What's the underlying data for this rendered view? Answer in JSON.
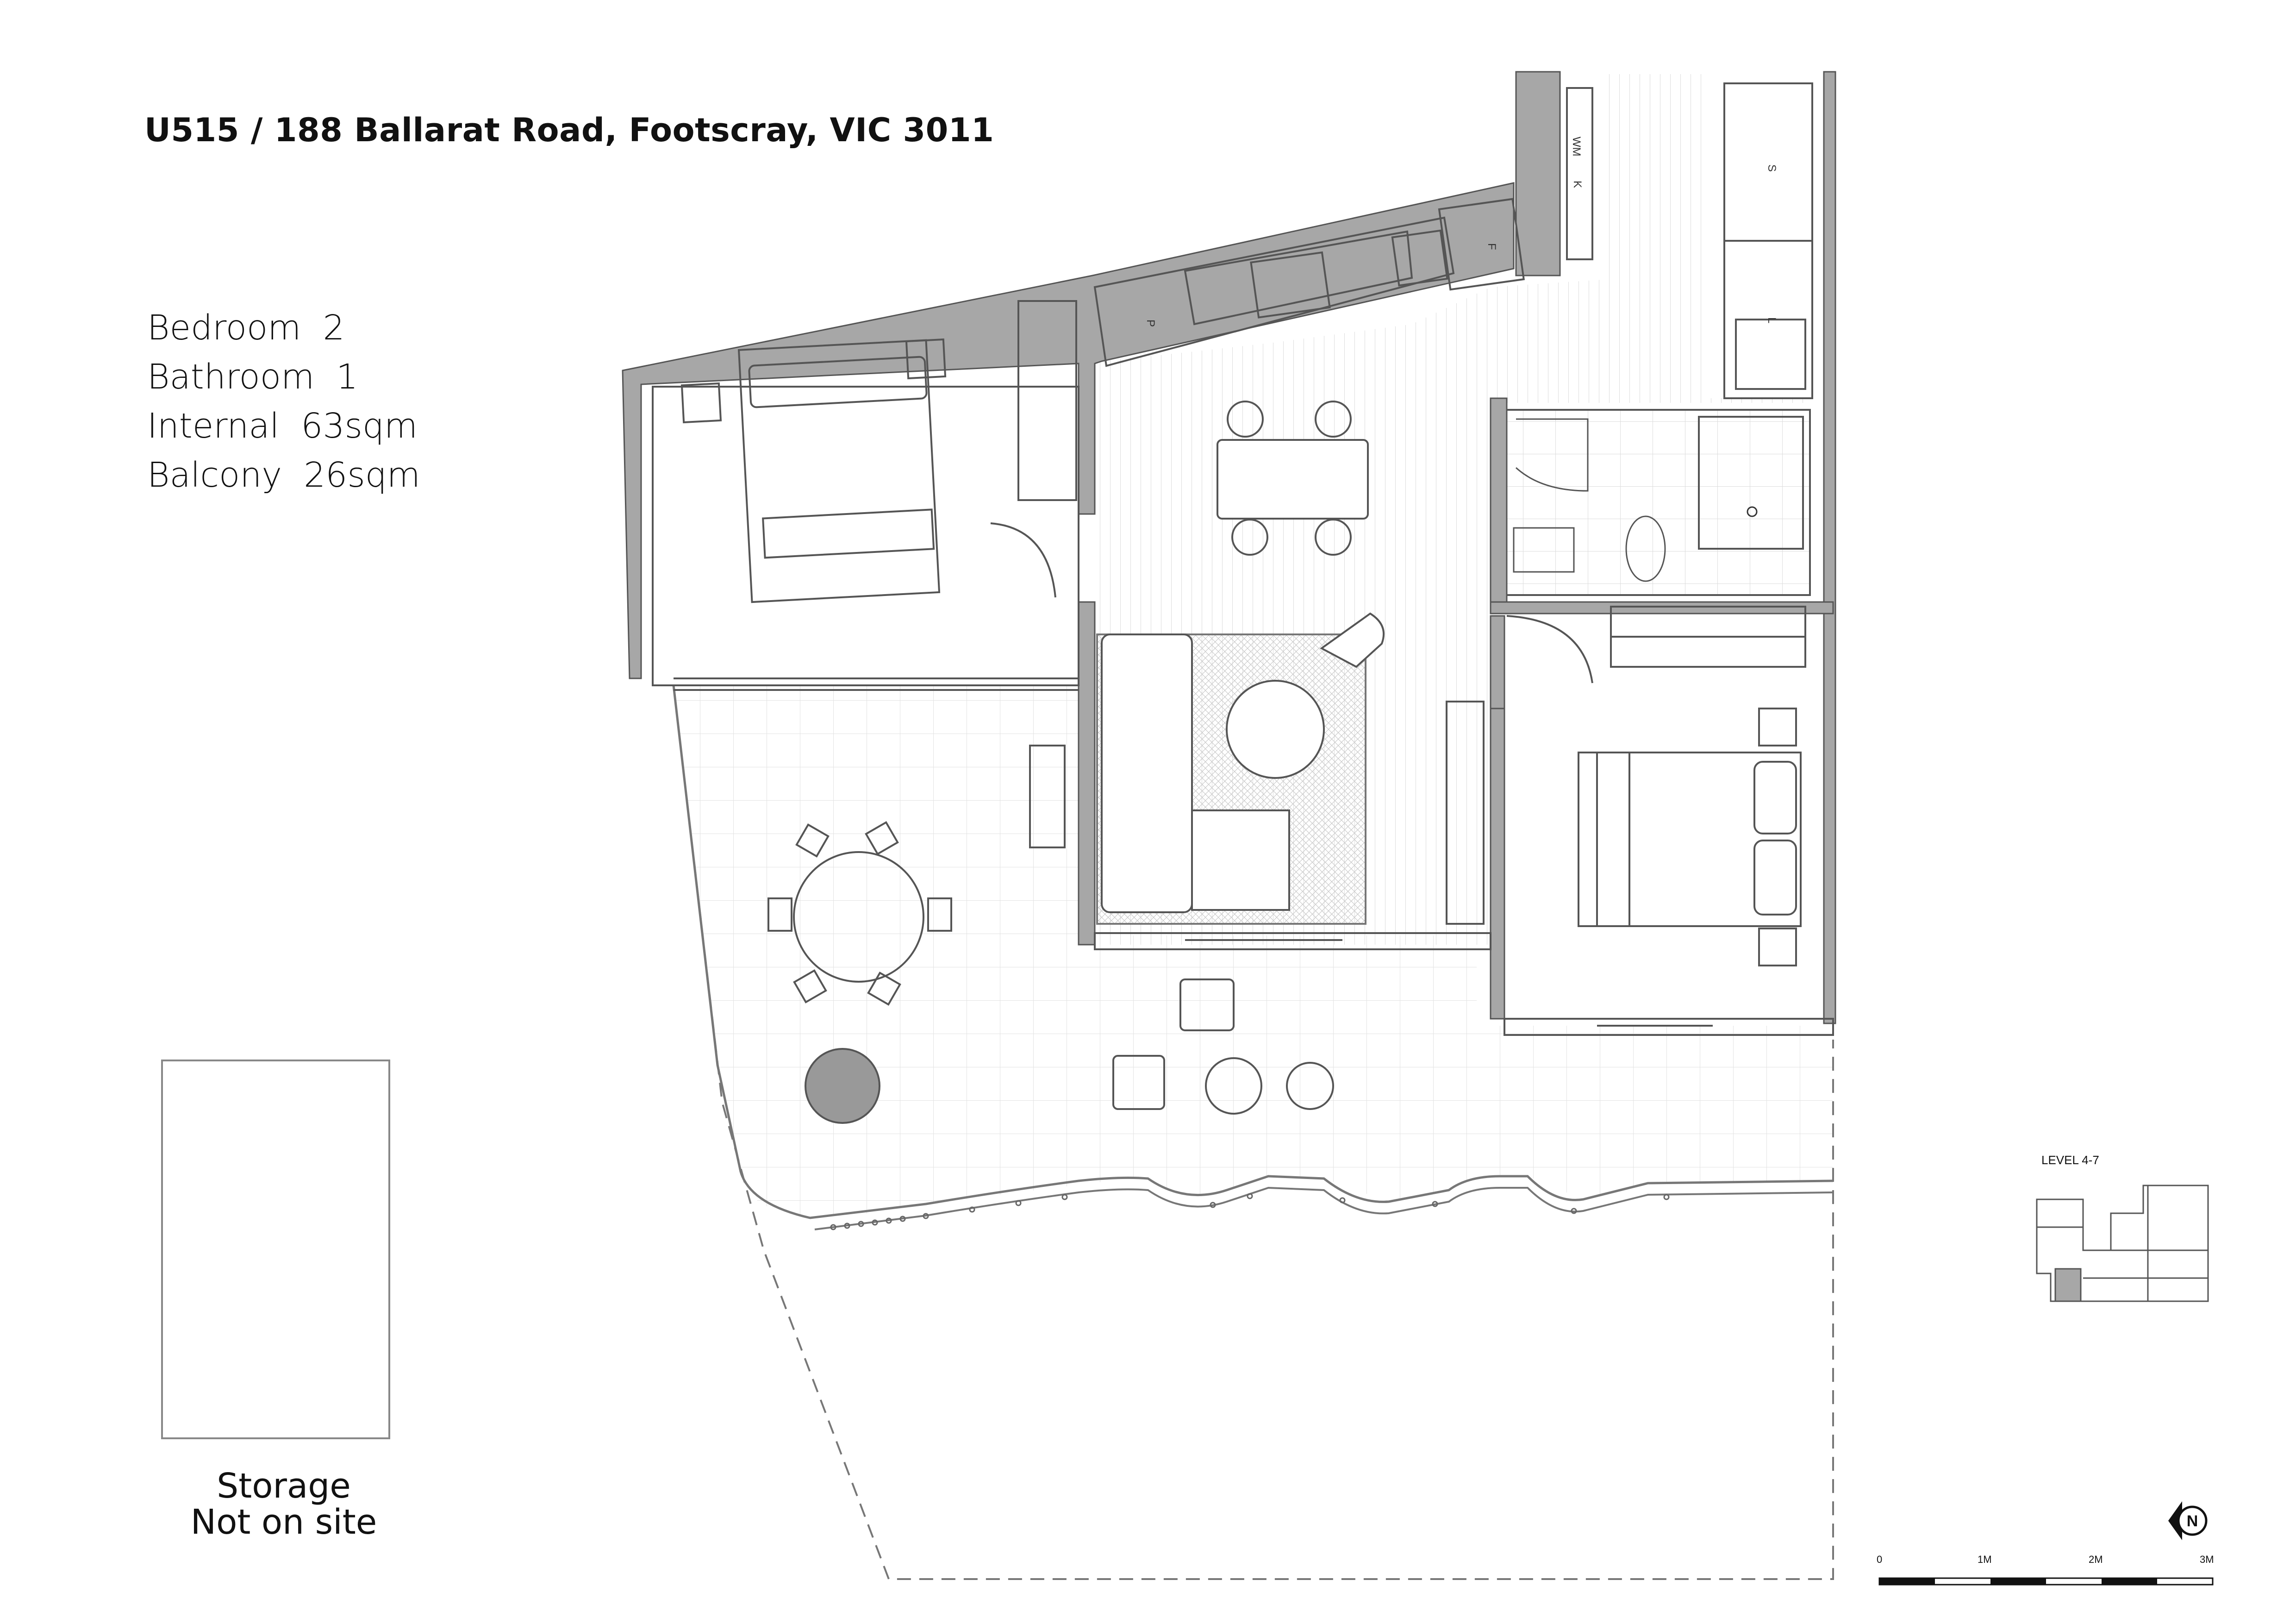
{
  "title": "U515 / 188 Ballarat Road, Footscray, VIC 3011",
  "stats": [
    {
      "label": "Bedroom",
      "value": "2"
    },
    {
      "label": "Bathroom",
      "value": "1"
    },
    {
      "label": "Internal",
      "value": "63sqm"
    },
    {
      "label": "Balcony",
      "value": "26sqm"
    }
  ],
  "storage": {
    "line1": "Storage",
    "line2": "Not on site"
  },
  "key_plan": {
    "label": "LEVEL 4-7"
  },
  "appliances": {
    "wm": "WM",
    "k": "K",
    "s": "S",
    "f": "F",
    "p": "P",
    "l": "L"
  },
  "scale": {
    "ticks": [
      "0",
      "1M",
      "2M",
      "3M"
    ]
  },
  "north": {
    "label": "N"
  },
  "colors": {
    "wall": "#a7a7a7",
    "line": "#555555",
    "floor_hatch": "#e2e2e2",
    "fixture": "#8a8a8a"
  }
}
